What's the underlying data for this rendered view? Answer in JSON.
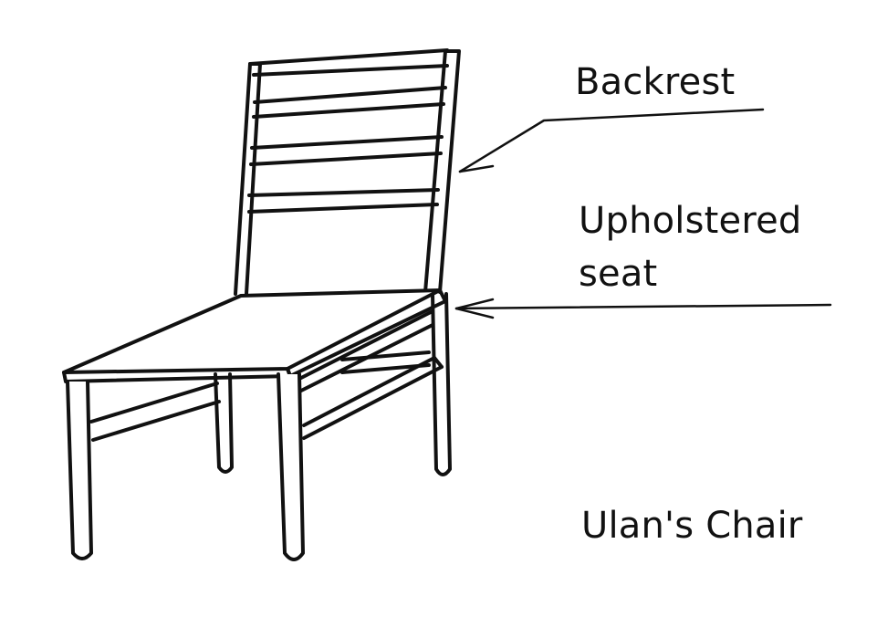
{
  "labels": {
    "backrest": "Backrest",
    "seat_line1": "Upholstered",
    "seat_line2": "seat",
    "title": "Ulan's Chair"
  },
  "colors": {
    "ink": "#111111",
    "background": "#ffffff"
  }
}
